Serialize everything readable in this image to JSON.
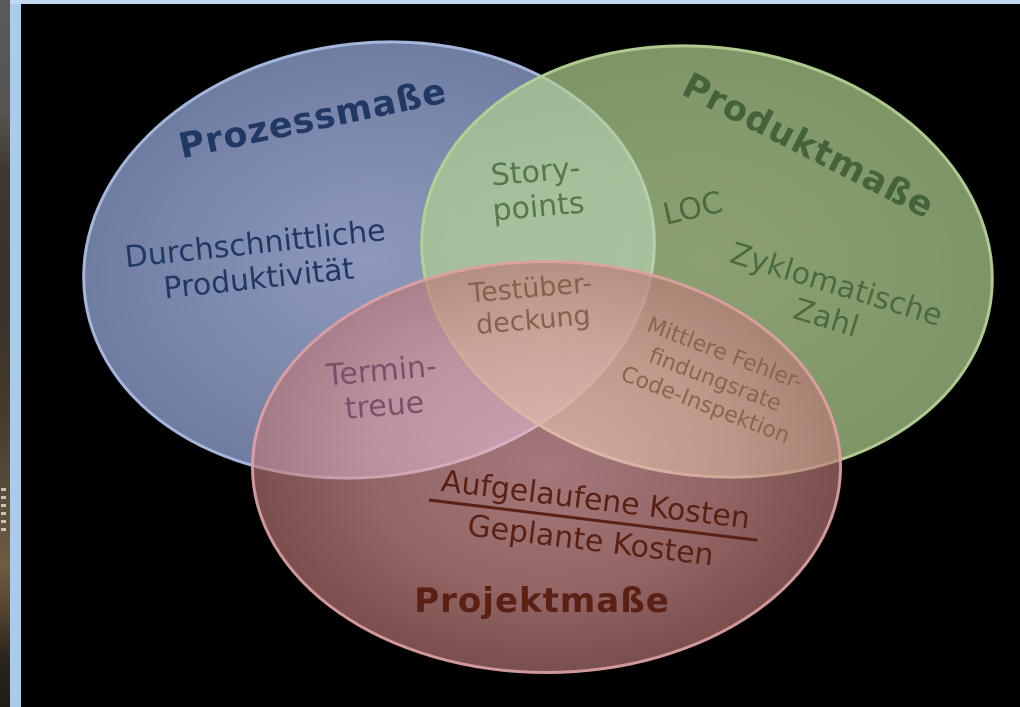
{
  "slide": {
    "type": "venn-diagram",
    "topic": "Software-Maße (software metrics categories)",
    "colors": {
      "background": "#000000",
      "frame_left": "#ABCBEA",
      "frame_top": "#C2D8F1",
      "process_fill": "#6F7DA1",
      "process_border": "#AFC0E6",
      "process_text": "#1F3864",
      "product_fill": "#81976B",
      "product_border": "#B7D494",
      "product_text": "#44633A",
      "project_fill": "#A5797C",
      "project_border": "#E2A3A7",
      "project_text": "#5C2013",
      "story_points_text": "#55794E",
      "testueberdeckung_text": "#8A5F4B",
      "termintreue_text": "#7D4F6B",
      "fehlerfindungsrate_text": "#8A644F"
    },
    "venn": {
      "regions": {
        "process": {
          "title": "Prozessmaße",
          "item": {
            "line1": "Durchschnittliche",
            "line2": "Produktivität"
          }
        },
        "product": {
          "title": "Produktmaße",
          "item_loc": "LOC",
          "item_zyklo": {
            "line1": "Zyklomatische",
            "line2": "Zahl"
          }
        },
        "project": {
          "title": "Projektmaße",
          "fraction": {
            "numerator": "Aufgelaufene Kosten",
            "denominator": "Geplante Kosten"
          }
        },
        "process_product": {
          "line1": "Story-",
          "line2": "points"
        },
        "process_project": {
          "line1": "Termin-",
          "line2": "treue"
        },
        "product_project": {
          "line1": "Mittlere Fehler-",
          "line2": "findungsrate",
          "line3": "Code-Inspektion"
        },
        "center": {
          "line1": "Testüber-",
          "line2": "deckung"
        }
      }
    }
  }
}
